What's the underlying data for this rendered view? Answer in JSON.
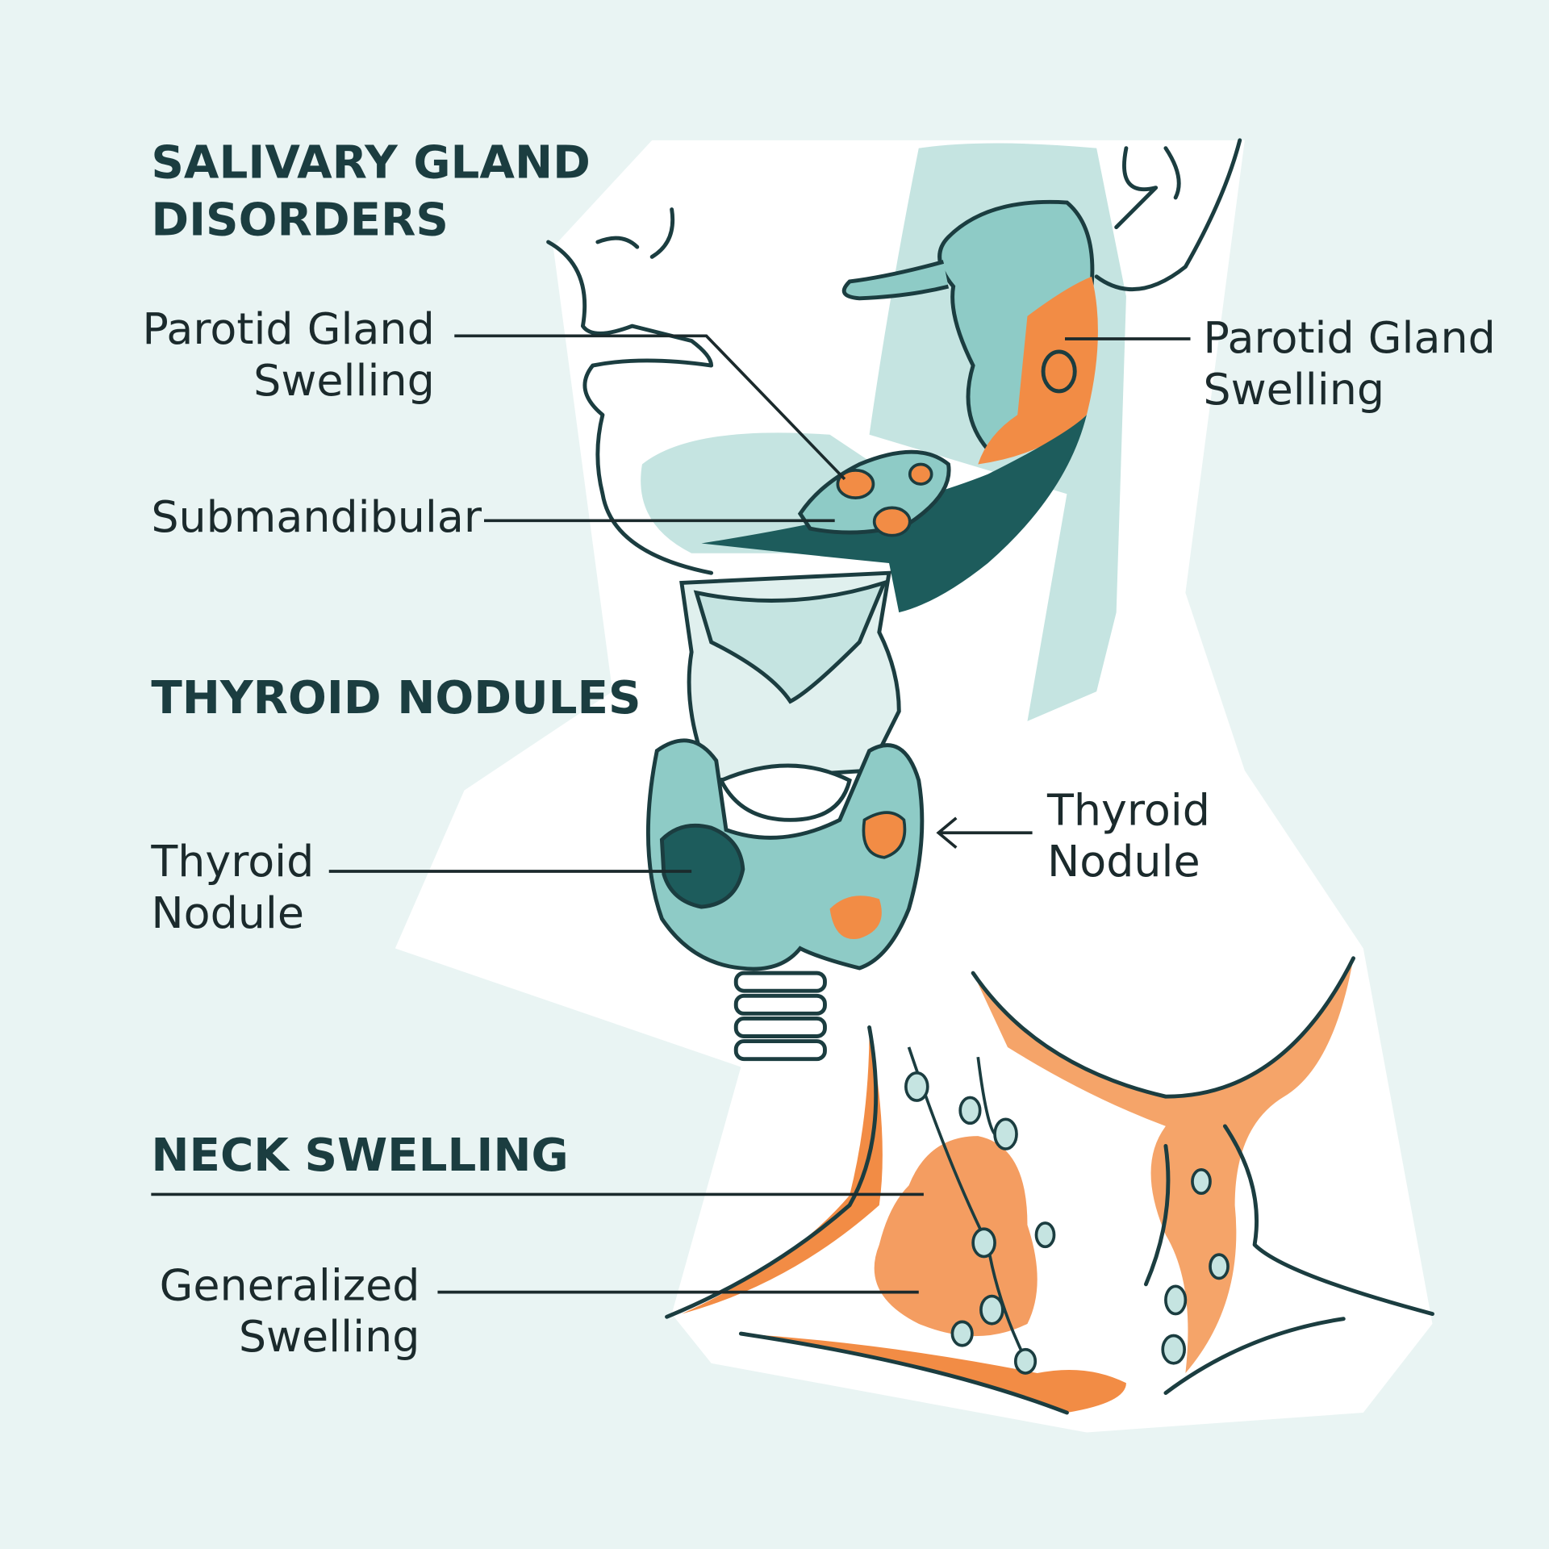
{
  "sections": {
    "salivary": {
      "title_line1": "SALIVARY GLAND",
      "title_line2": "DISORDERS"
    },
    "thyroid": {
      "title": "THYROID NODULES"
    },
    "neck": {
      "title": "NECK SWELLING"
    }
  },
  "labels": {
    "parotid_left": {
      "line1": "Parotid Gland",
      "line2": "Swelling"
    },
    "parotid_right": {
      "line1": "Parotid Gland",
      "line2": "Swelling"
    },
    "submandibular": "Submandibular",
    "thyroid_left": {
      "line1": "Thyroid",
      "line2": "Nodule"
    },
    "thyroid_right": {
      "line1": "Thyroid",
      "line2": "Nodule"
    },
    "generalized": {
      "line1": "Generalized",
      "line2": "Swelling"
    }
  },
  "colors": {
    "background": "#e9f4f3",
    "teal_dark": "#1d5c5c",
    "teal_light": "#8ecbc6",
    "orange": "#f28c45",
    "text": "#1b3d40"
  }
}
